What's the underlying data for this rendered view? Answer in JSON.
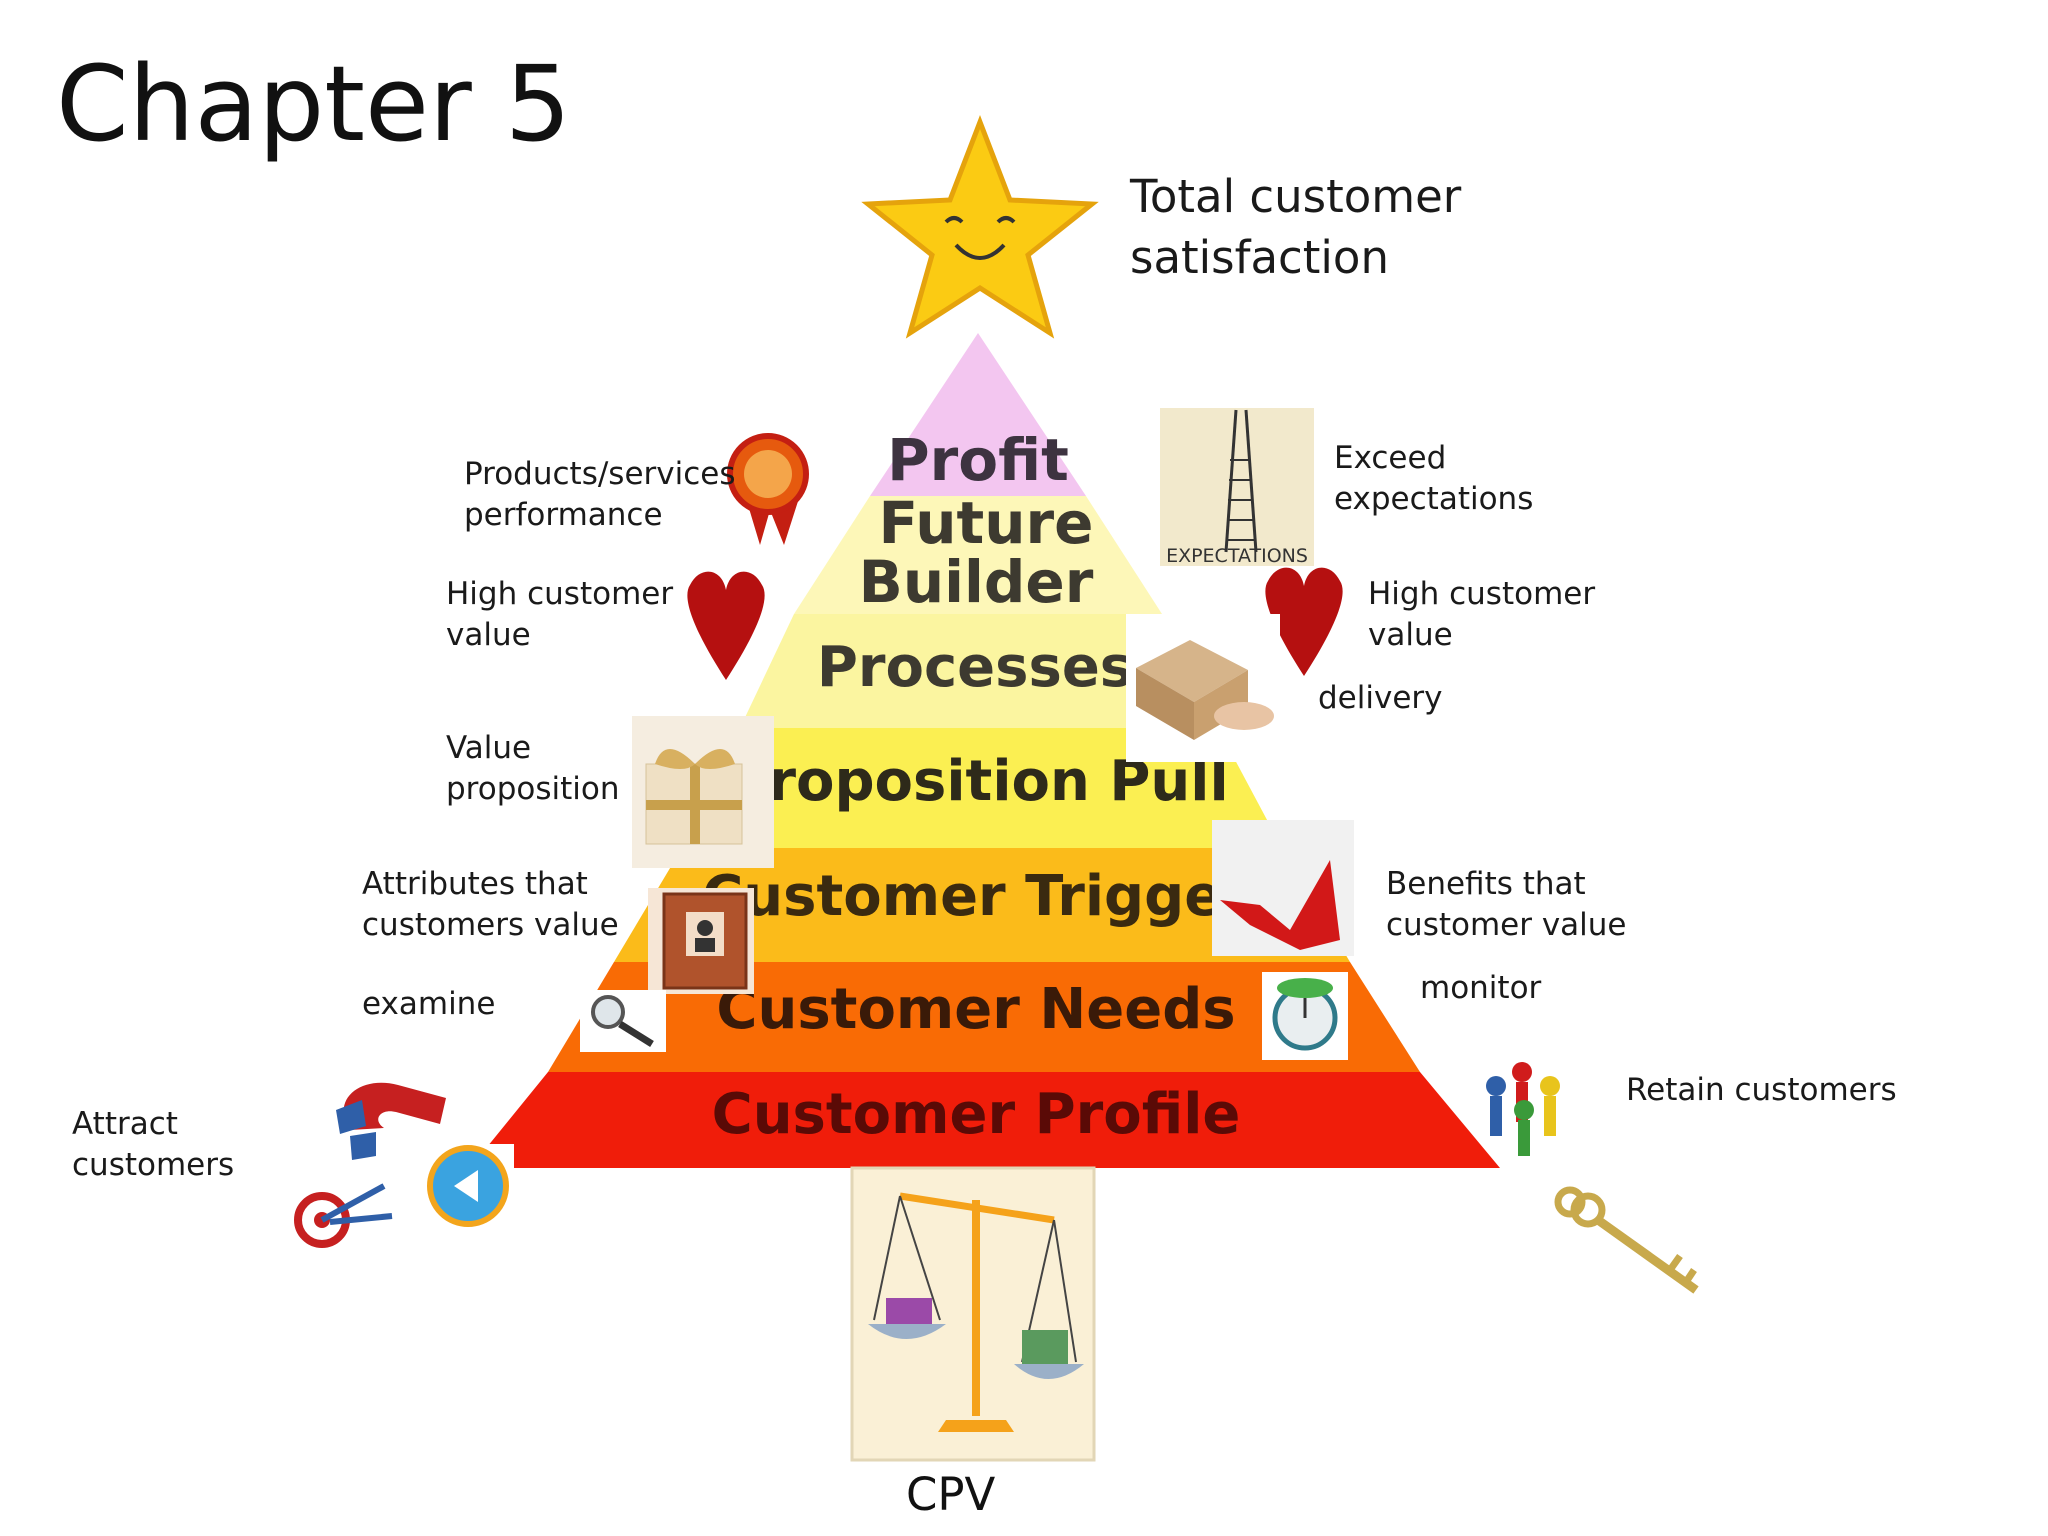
{
  "slide": {
    "title": "Chapter 5"
  },
  "pyramid": {
    "layers": [
      {
        "label": "Profit",
        "color": "#f3c6f0"
      },
      {
        "label": "Future",
        "color": "#fdf7b8"
      },
      {
        "label": "Builder",
        "color": "#fdf7b8"
      },
      {
        "label": "Processes",
        "color": "#fbf5a0"
      },
      {
        "label": "Proposition Pull",
        "color": "#fbef52"
      },
      {
        "label": "Customer Trigger",
        "color": "#fbbb1a"
      },
      {
        "label": "Customer Needs",
        "color": "#f96b05"
      },
      {
        "label": "Customer Profile",
        "color": "#f01d0a"
      }
    ],
    "base_label": "CPV"
  },
  "annotations": {
    "top": "Total customer\nsatisfaction",
    "products_services": "Products/services\nperformance",
    "exceed": "Exceed\nexpectations",
    "high_value_left": "High customer\nvalue",
    "high_value_right": "High customer\nvalue",
    "delivery": "delivery",
    "value_proposition": "Value\nproposition",
    "attributes": "Attributes that\ncustomers value",
    "benefits": "Benefits that\ncustomer value",
    "examine": "examine",
    "monitor": "monitor",
    "attract": "Attract\ncustomers",
    "retain": "Retain customers"
  },
  "images": {
    "expectations_caption": "EXPECTATIONS"
  },
  "icons": [
    "star-icon",
    "rosette-icon",
    "ladder-icon",
    "heart-icon",
    "package-icon",
    "gift-icon",
    "profile-book-icon",
    "checkmark-icon",
    "magnifier-icon",
    "stopwatch-icon",
    "magnet-icon",
    "target-icon",
    "circle-arrow-icon",
    "people-circle-icon",
    "key-icon",
    "scales-icon"
  ]
}
